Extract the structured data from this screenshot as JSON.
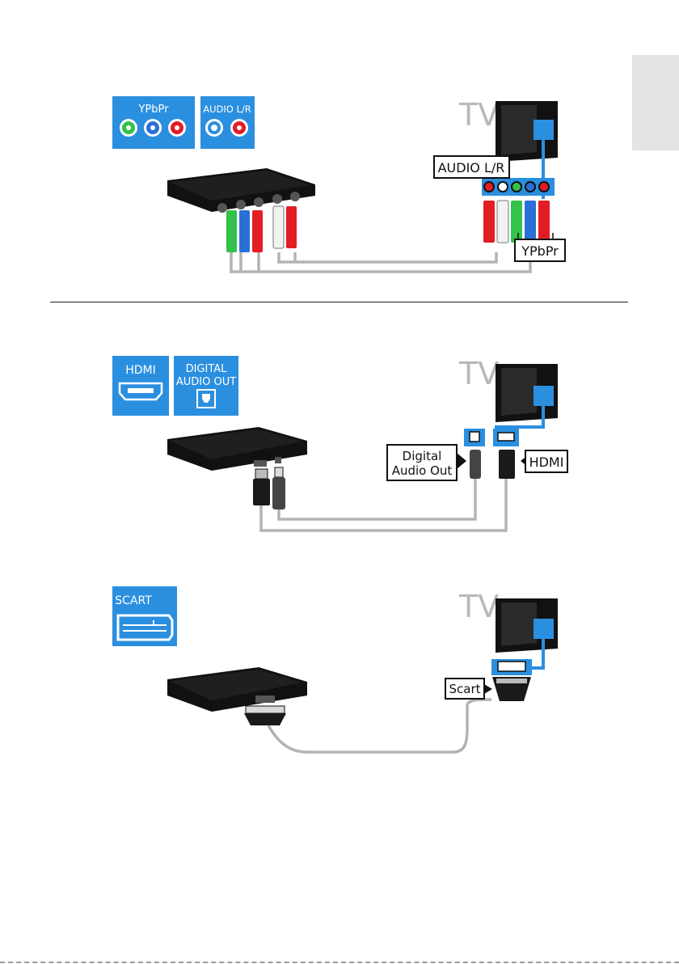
{
  "diagrams": [
    {
      "name": "component",
      "badges": [
        {
          "title": "YPbPr",
          "jack_colors": [
            "#33c24a",
            "#2a6fd8",
            "#e21d23"
          ]
        },
        {
          "title": "AUDIO L/R",
          "jack_colors": [
            "#ffffff",
            "#e21d23"
          ]
        }
      ],
      "tv_label": "TV",
      "callouts": [
        "AUDIO L/R",
        "YPbPr"
      ]
    },
    {
      "name": "hdmi-digital-audio",
      "badges": [
        {
          "title": "HDMI",
          "jack_colors": []
        },
        {
          "title": "DIGITAL AUDIO OUT",
          "title_lines": [
            "DIGITAL",
            "AUDIO OUT"
          ],
          "jack_colors": []
        }
      ],
      "tv_label": "TV",
      "callouts": [
        "Digital",
        "Audio Out",
        "HDMI"
      ]
    },
    {
      "name": "scart",
      "badges": [
        {
          "title": "SCART",
          "jack_colors": []
        }
      ],
      "tv_label": "TV",
      "callouts": [
        "Scart"
      ]
    }
  ],
  "colors": {
    "badge_blue": "#2b8fe0",
    "device_black": "#111111",
    "cable_grey": "#b3b3b3",
    "tv_label_grey": "#b8b8b8",
    "tab_grey": "#e4e4e4"
  }
}
